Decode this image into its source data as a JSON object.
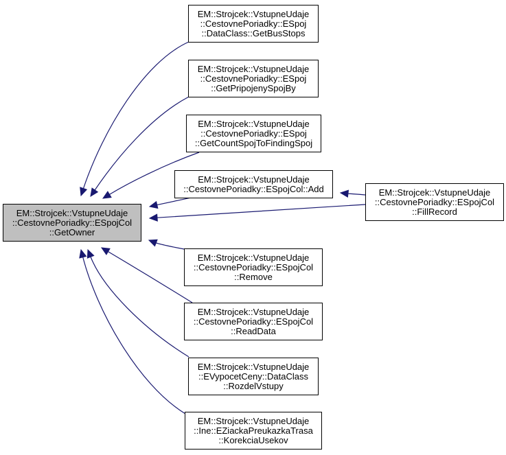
{
  "graph": {
    "type": "caller-graph",
    "edge_color": "#191970",
    "main_fill": "#bfbfbf",
    "nodes": [
      {
        "id": "getowner",
        "lines": [
          "EM::Strojcek::VstupneUdaje",
          "::CestovnePoriadky::ESpojCol",
          "::GetOwner"
        ],
        "highlighted": true
      },
      {
        "id": "getbusstops",
        "lines": [
          "EM::Strojcek::VstupneUdaje",
          "::CestovnePoriadky::ESpoj",
          "::DataClass::GetBusStops"
        ]
      },
      {
        "id": "getpripojenyspojby",
        "lines": [
          "EM::Strojcek::VstupneUdaje",
          "::CestovnePoriadky::ESpoj",
          "::GetPripojenySpojBy"
        ]
      },
      {
        "id": "getcountspoj",
        "lines": [
          "EM::Strojcek::VstupneUdaje",
          "::CestovnePoriadky::ESpoj",
          "::GetCountSpojToFindingSpoj"
        ]
      },
      {
        "id": "add",
        "lines": [
          "EM::Strojcek::VstupneUdaje",
          "::CestovnePoriadky::ESpojCol::Add"
        ]
      },
      {
        "id": "fillrecord",
        "lines": [
          "EM::Strojcek::VstupneUdaje",
          "::CestovnePoriadky::ESpojCol",
          "::FillRecord"
        ]
      },
      {
        "id": "remove",
        "lines": [
          "EM::Strojcek::VstupneUdaje",
          "::CestovnePoriadky::ESpojCol",
          "::Remove"
        ]
      },
      {
        "id": "readdata",
        "lines": [
          "EM::Strojcek::VstupneUdaje",
          "::CestovnePoriadky::ESpojCol",
          "::ReadData"
        ]
      },
      {
        "id": "rozdelvstupy",
        "lines": [
          "EM::Strojcek::VstupneUdaje",
          "::EVypocetCeny::DataClass",
          "::RozdelVstupy"
        ]
      },
      {
        "id": "korekciausekov",
        "lines": [
          "EM::Strojcek::VstupneUdaje",
          "::Ine::EZiackaPreukazkaTrasa",
          "::KorekciaUsekov"
        ]
      }
    ],
    "edges": [
      {
        "from": "getbusstops",
        "to": "getowner"
      },
      {
        "from": "getpripojenyspojby",
        "to": "getowner"
      },
      {
        "from": "getcountspoj",
        "to": "getowner"
      },
      {
        "from": "add",
        "to": "getowner"
      },
      {
        "from": "fillrecord",
        "to": "getowner"
      },
      {
        "from": "fillrecord",
        "to": "add"
      },
      {
        "from": "remove",
        "to": "getowner"
      },
      {
        "from": "readdata",
        "to": "getowner"
      },
      {
        "from": "rozdelvstupy",
        "to": "getowner"
      },
      {
        "from": "korekciausekov",
        "to": "getowner"
      }
    ]
  }
}
